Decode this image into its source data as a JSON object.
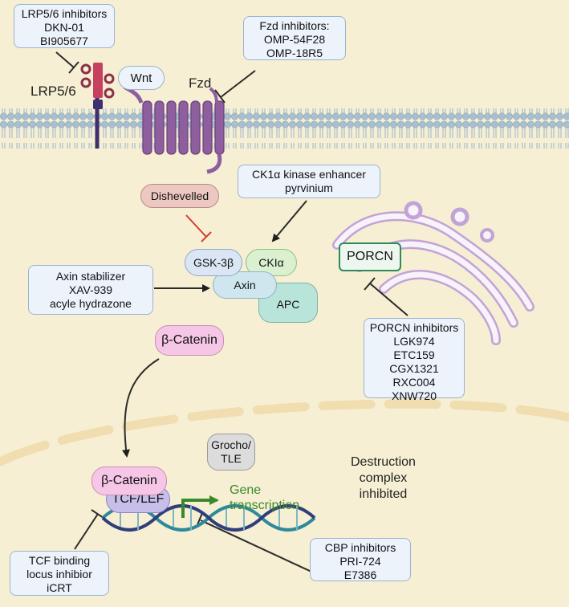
{
  "labels": {
    "lrp56": "LRP5/6",
    "wnt": "Wnt",
    "fzd": "Fzd",
    "dishevelled": "Dishevelled",
    "gsk3b": "GSK-3β",
    "ck1a": "CKIα",
    "axin": "Axin",
    "apc": "APC",
    "porcn": "PORCN",
    "beta_catenin_cyto": "β-Catenin",
    "beta_catenin_nuc": "β-Catenin",
    "tcf_lef": "TCF/LEF",
    "grocho_line1": "Grocho/",
    "grocho_line2": "TLE",
    "gene_line1": "Gene",
    "gene_line2": "transcription",
    "destruction_line1": "Destruction",
    "destruction_line2": "complex",
    "destruction_line3": "inhibited"
  },
  "boxes": {
    "lrp_inhibitors": [
      "LRP5/6 inhibitors",
      "DKN-01",
      "BI905677"
    ],
    "fzd_inhibitors": [
      "Fzd inhibitors:",
      "OMP-54F28",
      "OMP-18R5"
    ],
    "ck1_enhancer": [
      "CK1α kinase enhancer",
      "pyrvinium"
    ],
    "axin_stabilizer": [
      "Axin stabilizer",
      "XAV-939",
      "acyle hydrazone"
    ],
    "porcn_inhibitors": [
      "PORCN inhibitors",
      "LGK974",
      "ETC159",
      "CGX1321",
      "RXC004",
      "XNW720"
    ],
    "tcf_inhibitor": [
      "TCF binding",
      "locus inhibior",
      "iCRT"
    ],
    "cbp_inhibitors": [
      "CBP inhibitors",
      "PRI-724",
      "E7386"
    ]
  },
  "colors": {
    "background": "#f6efd3",
    "box_fill": "#edf3fb",
    "box_border": "#9bb3cf",
    "membrane": "#9fb9cb",
    "receptor": "#8e5f9f",
    "lrp": "#c6405f",
    "beta_catenin": "#f5c6e6",
    "tcf_lef": "#c7bfe9",
    "gene_text": "#3a8a2a",
    "inhibit_red": "#d63b2f"
  }
}
